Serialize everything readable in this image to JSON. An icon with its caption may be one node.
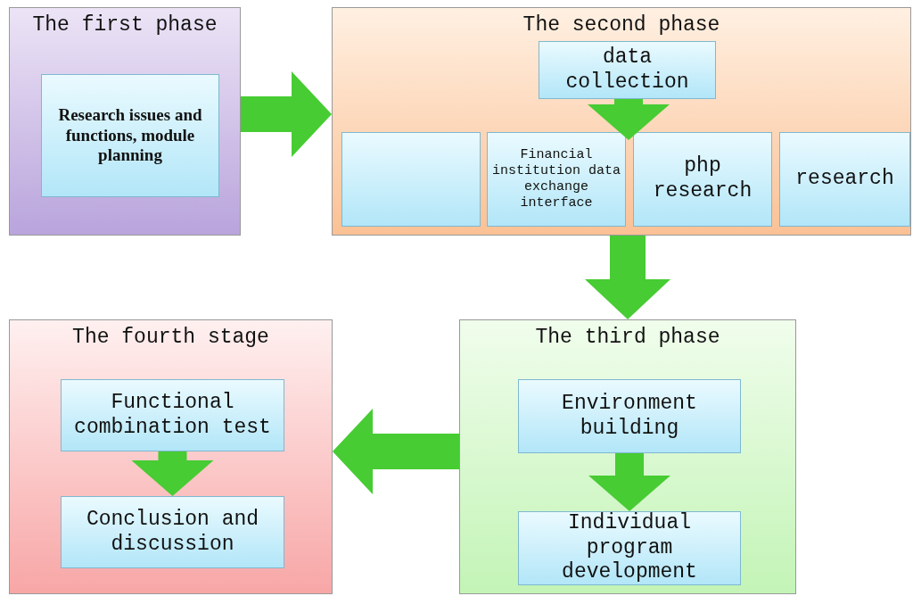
{
  "diagram": {
    "nodes": [
      {
        "text": [
          "The first phase"
        ]
      },
      {
        "text": [
          "Research issues and functions, module planning"
        ],
        "in": 0
      },
      {
        "text": [
          "The second phase"
        ]
      },
      {
        "text": [
          "data collection"
        ],
        "in": 2
      },
      {
        "text": [],
        "shape": "box",
        "in": 2
      },
      {
        "text": [
          "Financial institution data exchange interface"
        ],
        "in": 2
      },
      {
        "text": [
          "php research"
        ],
        "in": 2
      },
      {
        "text": [
          "research"
        ],
        "in": 2
      },
      {
        "text": [
          "The third phase"
        ]
      },
      {
        "text": [
          "Environment building"
        ],
        "in": 8
      },
      {
        "text": [
          "Individual program development"
        ],
        "in": 8
      },
      {
        "text": [
          "The fourth stage"
        ]
      },
      {
        "text": [
          "Functional combination test"
        ],
        "in": 11
      },
      {
        "text": [
          "Conclusion and discussion"
        ],
        "in": 11
      }
    ],
    "edges": [
      {
        "from": 0,
        "to": 2,
        "arrow": "to"
      },
      {
        "from": 3,
        "to": 6,
        "arrow": "to"
      },
      {
        "from": 2,
        "to": 8,
        "arrow": "to"
      },
      {
        "from": 8,
        "to": 11,
        "arrow": "to"
      },
      {
        "from": 9,
        "to": 10,
        "arrow": "to"
      },
      {
        "from": 12,
        "to": 13,
        "arrow": "to"
      }
    ]
  }
}
